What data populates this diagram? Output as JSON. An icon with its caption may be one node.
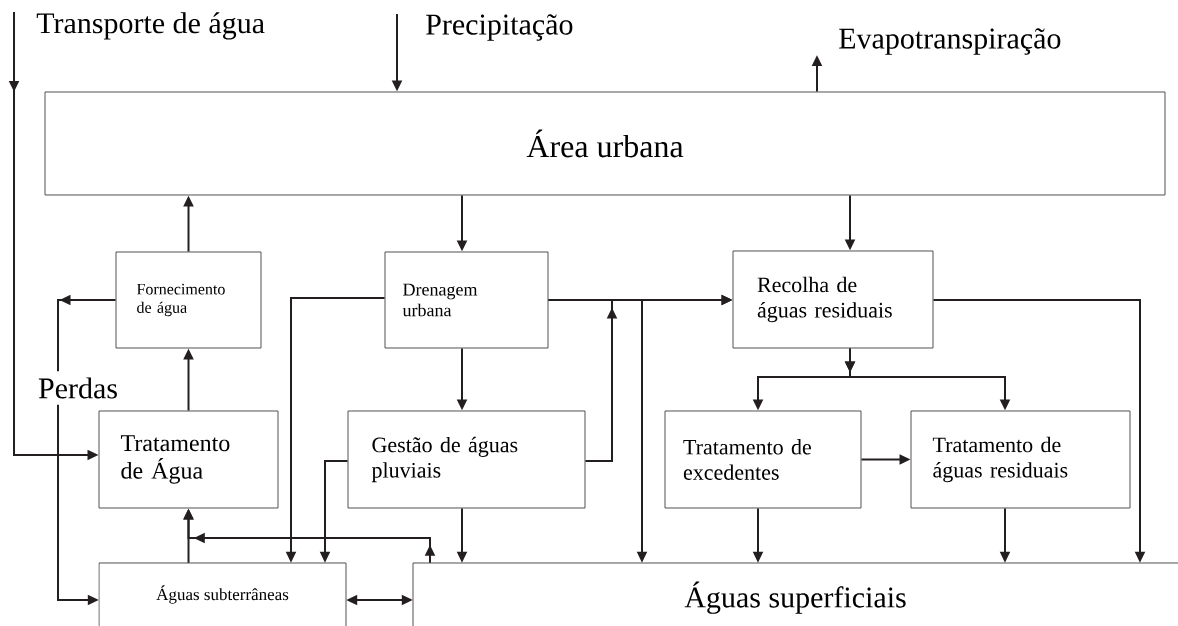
{
  "diagram": {
    "nodes": [
      {
        "text": [
          "Transporte de água"
        ]
      },
      {
        "text": [
          "Precipitação"
        ]
      },
      {
        "text": [
          "Evapotranspiração"
        ]
      },
      {
        "text": [
          "Área urbana"
        ]
      },
      {
        "text": [
          "Fornecimento de água"
        ]
      },
      {
        "text": [
          "Drenagem urbana"
        ]
      },
      {
        "text": [
          "Recolha de águas residuais"
        ]
      },
      {
        "text": [
          "Perdas"
        ]
      },
      {
        "text": [
          "Tratamento de Água"
        ]
      },
      {
        "text": [
          "Gestão de águas pluviais"
        ]
      },
      {
        "text": [
          "Tratamento de excedentes"
        ]
      },
      {
        "text": [
          "Tratamento de águas residuais"
        ]
      },
      {
        "text": [
          "Águas subterrâneas"
        ]
      },
      {
        "text": [
          "Águas superficiais"
        ]
      }
    ],
    "edges": [
      {
        "from": 0,
        "to": 8,
        "arrow": "to"
      },
      {
        "from": 1,
        "to": 3,
        "arrow": "to"
      },
      {
        "from": 3,
        "to": 2,
        "arrow": "to"
      },
      {
        "from": 4,
        "to": 3,
        "arrow": "to"
      },
      {
        "from": 8,
        "to": 4,
        "arrow": "to"
      },
      {
        "from": 4,
        "to": 7,
        "arrow": "to"
      },
      {
        "from": 7,
        "to": 12,
        "arrow": "to"
      },
      {
        "from": 3,
        "to": 5,
        "arrow": "to"
      },
      {
        "from": 3,
        "to": 6,
        "arrow": "to"
      },
      {
        "from": 5,
        "to": 9,
        "arrow": "to"
      },
      {
        "from": 5,
        "to": 6,
        "arrow": "to"
      },
      {
        "from": 5,
        "to": 12,
        "arrow": "to"
      },
      {
        "from": 5,
        "to": 13,
        "arrow": "to"
      },
      {
        "from": 9,
        "to": 6,
        "arrow": "to"
      },
      {
        "from": 9,
        "to": 12,
        "arrow": "to"
      },
      {
        "from": 9,
        "to": 13,
        "arrow": "to"
      },
      {
        "from": 13,
        "to": 8,
        "arrow": "to"
      },
      {
        "from": 12,
        "to": 8,
        "arrow": "to"
      },
      {
        "from": 12,
        "to": 13,
        "arrow": "both"
      },
      {
        "from": 6,
        "to": 10,
        "arrow": "to"
      },
      {
        "from": 6,
        "to": 11,
        "arrow": "to"
      },
      {
        "from": 10,
        "to": 11,
        "arrow": "to"
      },
      {
        "from": 10,
        "to": 13,
        "arrow": "to"
      },
      {
        "from": 11,
        "to": 13,
        "arrow": "to"
      },
      {
        "from": 6,
        "to": 13,
        "arrow": "to"
      }
    ]
  }
}
